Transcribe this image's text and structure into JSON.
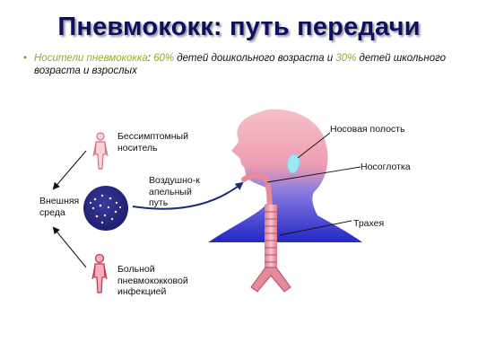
{
  "title": "Пневмококк: путь передачи",
  "bullet": {
    "part1": "Носители пневмококка",
    "part2": ": ",
    "pct1": "60%",
    "part3": " детей дошкольного возраста и ",
    "pct2": "30%",
    "part4": " детей школьного возраста и взрослых"
  },
  "labels": {
    "carrier_line1": "Бессимптомный",
    "carrier_line2": "носитель",
    "env_line1": "Внешняя",
    "env_line2": "среда",
    "airborne_line1": "Воздушно-к",
    "airborne_line2": "апельный",
    "airborne_line3": "путь",
    "sick_line1": "Больной",
    "sick_line2": "пневмококковой",
    "sick_line3": "инфекцией",
    "nasal": "Носовая полость",
    "nasopharynx": "Носоглотка",
    "trachea": "Трахея"
  },
  "colors": {
    "title": "#101060",
    "highlight": "#8fae2e",
    "head_pink": "#f2b3bf",
    "head_blue": "#2a2fc9",
    "figure_pink": "#e4879a",
    "figure_red": "#d24a5a",
    "droplet_bg": "#2c2c8c"
  }
}
